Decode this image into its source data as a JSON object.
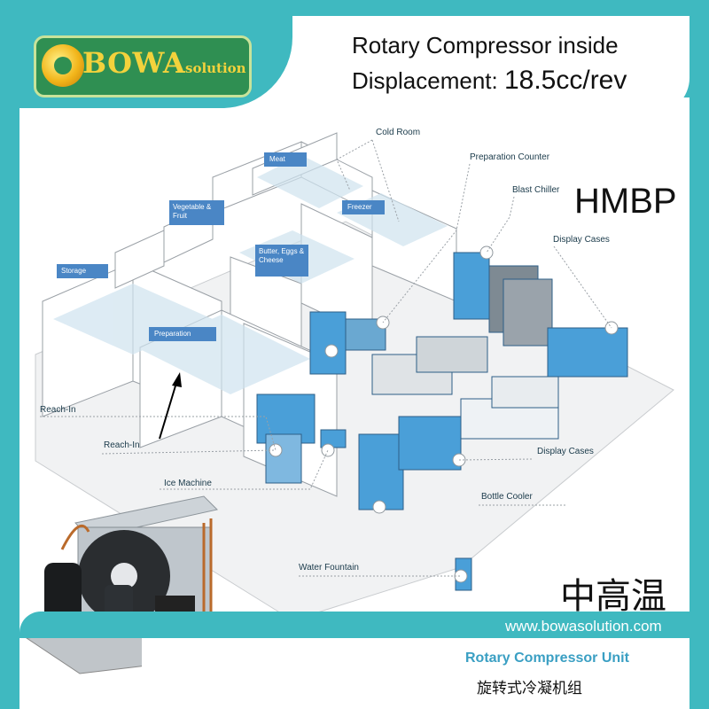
{
  "brand": {
    "name": "BOWA",
    "suffix": "solution",
    "website": "www.bowasolution.com"
  },
  "headline": {
    "line1": "Rotary Compressor inside",
    "line2_label": "Displacement:",
    "line2_value": "18.5cc/rev"
  },
  "model": "HMBP",
  "temperature_range_cn": "中高温",
  "product": {
    "name_en": "Rotary Compressor Unit",
    "name_cn": "旋转式冷凝机组"
  },
  "diagram": {
    "callouts": [
      "Cold Room",
      "Preparation Counter",
      "Blast Chiller",
      "Display Cases",
      "Reach-In",
      "Reach-In",
      "Ice Machine",
      "Display Cases",
      "Bottle Cooler",
      "Water Fountain"
    ],
    "room_tags": [
      "Meat",
      "Vegetable & Fruit",
      "Freezer",
      "Butter, Eggs & Cheese",
      "Storage",
      "Preparation"
    ]
  },
  "colors": {
    "brand_teal": "#3fb9c0",
    "logo_green": "#2f8f52",
    "logo_gold": "#f3d23c",
    "tag_blue": "#4a86c5",
    "equipment_blue": "#4a9fd8"
  }
}
